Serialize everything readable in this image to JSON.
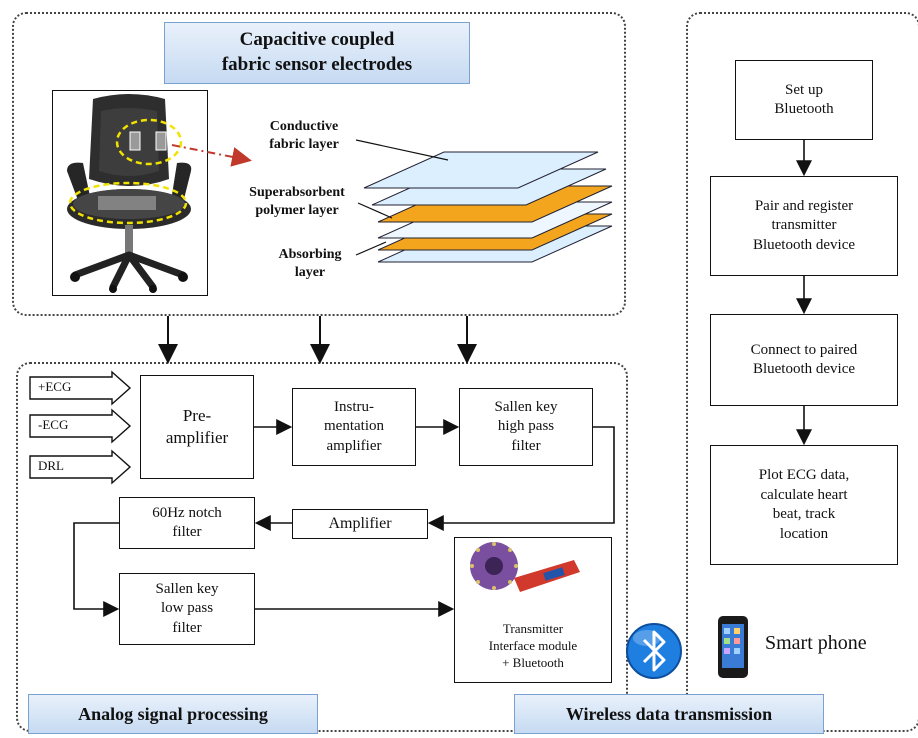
{
  "sensor_section": {
    "title": "Capacitive coupled\nfabric sensor electrodes",
    "layers": {
      "conductive": "Conductive\nfabric layer",
      "superabsorbent": "Superabsorbent\npolymer layer",
      "absorbing": "Absorbing\nlayer"
    }
  },
  "analog_section": {
    "title": "Analog signal processing",
    "inputs": [
      "+ECG",
      "-ECG",
      "DRL"
    ],
    "blocks": {
      "preamp": "Pre-\namplifier",
      "instrumentation": "Instru-\nmentation\namplifier",
      "highpass": "Sallen key\nhigh pass\nfilter",
      "amplifier": "Amplifier",
      "notch": "60Hz notch\nfilter",
      "lowpass": "Sallen key\nlow pass\nfilter",
      "transmitter": "Transmitter\nInterface module\n+ Bluetooth"
    }
  },
  "wireless_section": {
    "title": "Wireless  data transmission",
    "steps": [
      "Set up\nBluetooth",
      "Pair and register\ntransmitter\nBluetooth device",
      "Connect to paired\nBluetooth device",
      "Plot ECG data,\ncalculate heart\nbeat, track\nlocation"
    ],
    "phone_label": "Smart phone"
  },
  "colors": {
    "banner_top": "#e9f1fb",
    "banner_bottom": "#c6daf2",
    "layer_light": "#dcefff",
    "layer_orange": "#f3a51d",
    "bluetooth": "#1e7fe0"
  }
}
